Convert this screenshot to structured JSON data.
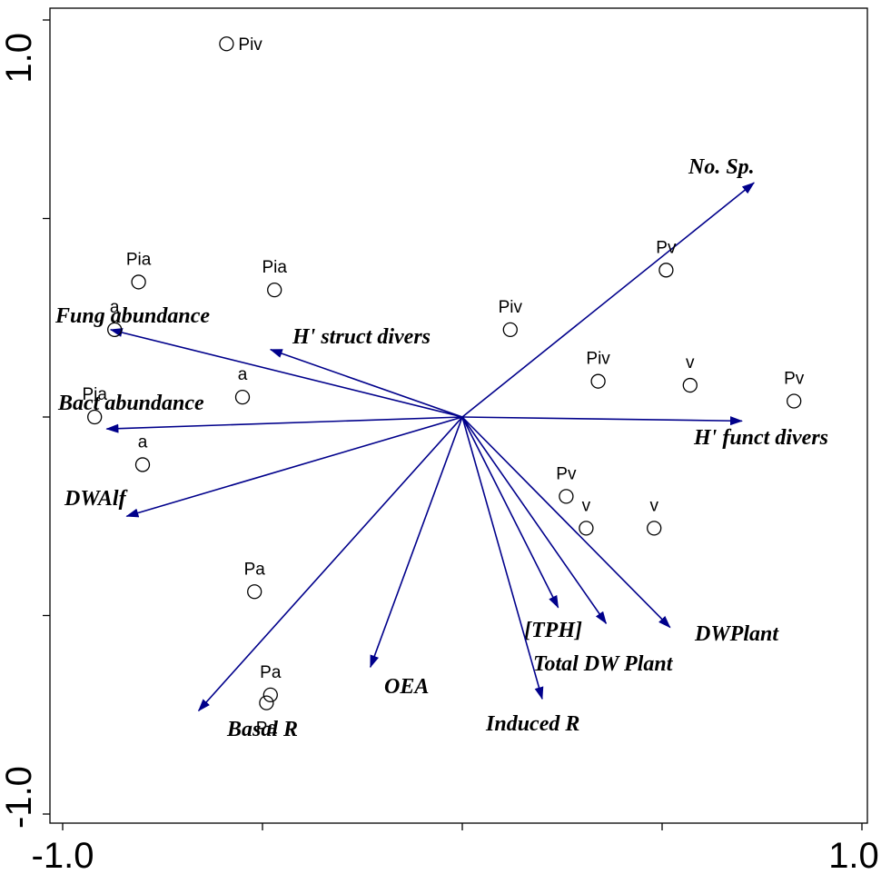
{
  "chart_data": {
    "type": "scatter",
    "title": "",
    "xlabel": "",
    "ylabel": "",
    "xlim": [
      -1.0,
      1.0
    ],
    "ylim": [
      -1.0,
      1.0
    ],
    "x_tick_labels": [
      "-1.0",
      "1.0"
    ],
    "y_tick_labels": [
      "1.0",
      "-1.0"
    ],
    "grid": false,
    "colors": {
      "points": "#000000",
      "vectors": "#00008b"
    },
    "points": [
      {
        "label": "Piv",
        "x": -0.59,
        "y": 0.94
      },
      {
        "label": "Pv",
        "x": 0.51,
        "y": 0.37
      },
      {
        "label": "Pia",
        "x": -0.81,
        "y": 0.34
      },
      {
        "label": "Pia",
        "x": -0.47,
        "y": 0.32
      },
      {
        "label": "a",
        "x": -0.87,
        "y": 0.22
      },
      {
        "label": "Piv",
        "x": 0.12,
        "y": 0.22
      },
      {
        "label": "Piv",
        "x": 0.34,
        "y": 0.09
      },
      {
        "label": "v",
        "x": 0.57,
        "y": 0.08
      },
      {
        "label": "Pv",
        "x": 0.83,
        "y": 0.04
      },
      {
        "label": "a",
        "x": -0.55,
        "y": 0.05
      },
      {
        "label": "Pia",
        "x": -0.92,
        "y": 0.0
      },
      {
        "label": "a",
        "x": -0.8,
        "y": -0.12
      },
      {
        "label": "Pv",
        "x": 0.26,
        "y": -0.2
      },
      {
        "label": "v",
        "x": 0.31,
        "y": -0.28
      },
      {
        "label": "v",
        "x": 0.48,
        "y": -0.28
      },
      {
        "label": "Pa",
        "x": -0.52,
        "y": -0.44
      },
      {
        "label": "Pa",
        "x": -0.48,
        "y": -0.7
      },
      {
        "label": "Pa",
        "x": -0.49,
        "y": -0.72
      }
    ],
    "vectors": [
      {
        "name": "No. Sp.",
        "x": 0.73,
        "y": 0.59
      },
      {
        "name": "Fung abundance",
        "x": -0.88,
        "y": 0.22
      },
      {
        "name": "H' struct divers",
        "x": -0.48,
        "y": 0.17
      },
      {
        "name": "Bact abundance",
        "x": -0.89,
        "y": -0.03
      },
      {
        "name": "H' funct divers",
        "x": 0.7,
        "y": -0.01
      },
      {
        "name": "DWAlf",
        "x": -0.84,
        "y": -0.25
      },
      {
        "name": "DWPlant",
        "x": 0.52,
        "y": -0.53
      },
      {
        "name": "[TPH]",
        "x": 0.24,
        "y": -0.48
      },
      {
        "name": "Total DW Plant",
        "x": 0.36,
        "y": -0.52
      },
      {
        "name": "Induced R",
        "x": 0.2,
        "y": -0.71
      },
      {
        "name": "OEA",
        "x": -0.23,
        "y": -0.63
      },
      {
        "name": "Basal R",
        "x": -0.66,
        "y": -0.74
      }
    ]
  }
}
